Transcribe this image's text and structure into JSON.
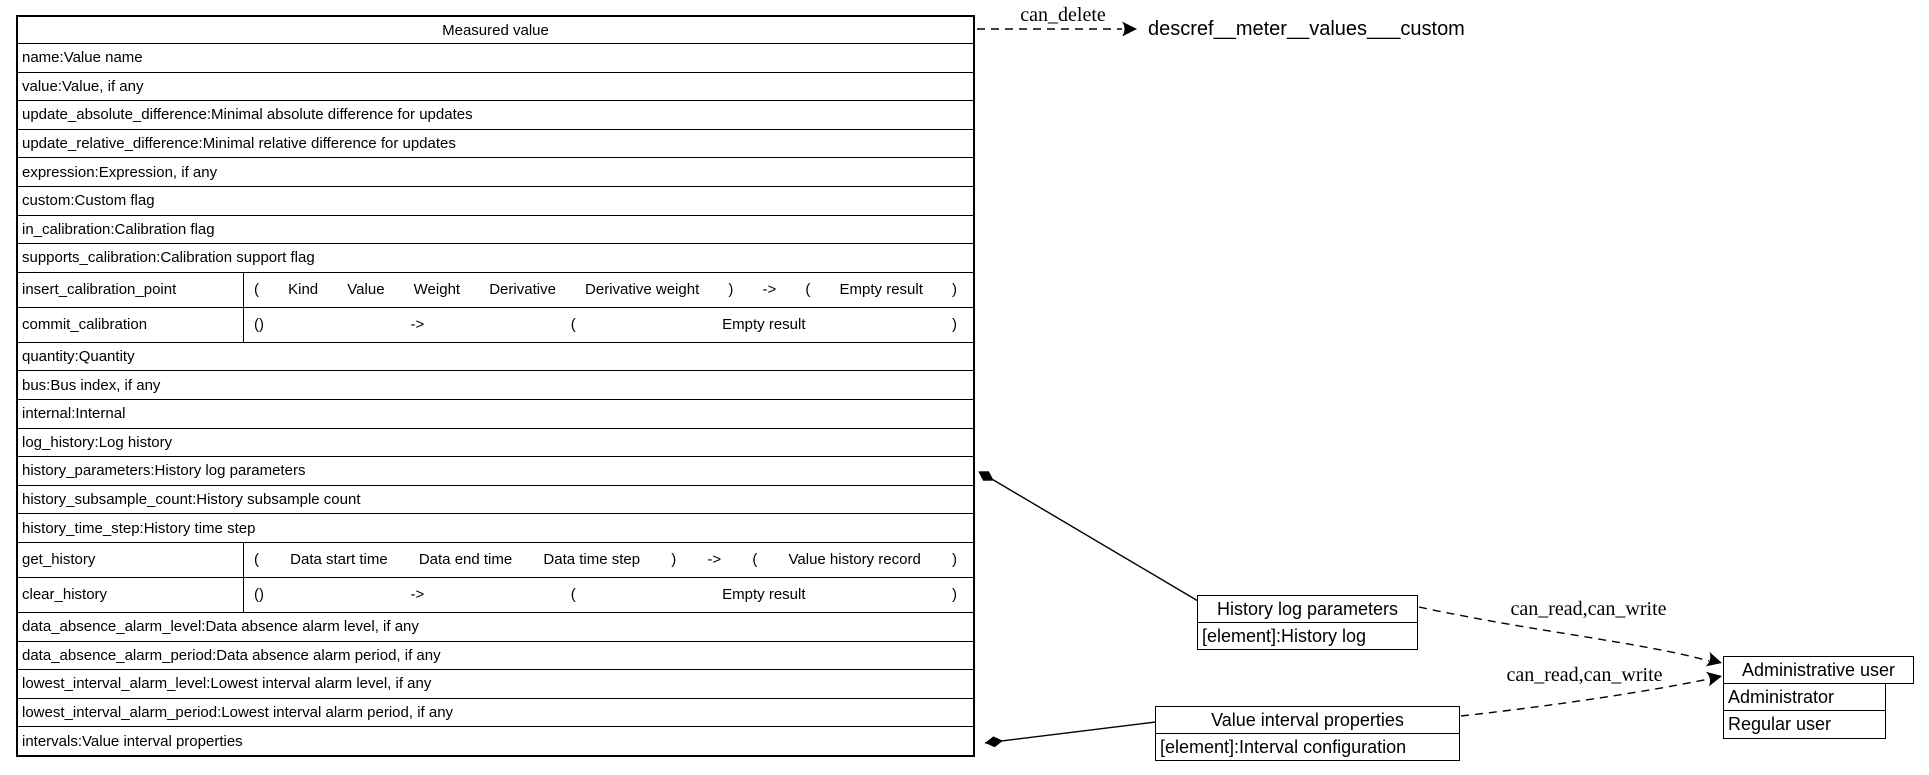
{
  "main_table": {
    "title": "Measured value",
    "rows": [
      {
        "label": "name:Value name"
      },
      {
        "label": "value:Value, if any"
      },
      {
        "label": "update_absolute_difference:Minimal absolute difference for updates"
      },
      {
        "label": "update_relative_difference:Minimal relative difference for updates"
      },
      {
        "label": "expression:Expression, if any"
      },
      {
        "label": "custom:Custom flag"
      },
      {
        "label": "in_calibration:Calibration flag"
      },
      {
        "label": "supports_calibration:Calibration support flag"
      },
      {
        "name": "insert_calibration_point",
        "signature": [
          "(",
          "Kind",
          "Value",
          "Weight",
          "Derivative",
          "Derivative weight",
          ")",
          "->",
          "(",
          "Empty result",
          ")"
        ]
      },
      {
        "name": "commit_calibration",
        "signature": [
          "()",
          "->",
          "(",
          "Empty result",
          ")"
        ]
      },
      {
        "label": "quantity:Quantity"
      },
      {
        "label": "bus:Bus index, if any"
      },
      {
        "label": "internal:Internal"
      },
      {
        "label": "log_history:Log history"
      },
      {
        "label": "history_parameters:History log parameters"
      },
      {
        "label": "history_subsample_count:History subsample count"
      },
      {
        "label": "history_time_step:History time step"
      },
      {
        "name": "get_history",
        "signature": [
          "(",
          "Data start time",
          "Data end time",
          "Data time step",
          ")",
          "->",
          "(",
          "Value history record",
          ")"
        ]
      },
      {
        "name": "clear_history",
        "signature": [
          "()",
          "->",
          "(",
          "Empty result",
          ")"
        ]
      },
      {
        "label": "data_absence_alarm_level:Data absence alarm level, if any"
      },
      {
        "label": "data_absence_alarm_period:Data absence alarm period, if any"
      },
      {
        "label": "lowest_interval_alarm_level:Lowest interval alarm level, if any"
      },
      {
        "label": "lowest_interval_alarm_period:Lowest interval alarm period, if any"
      },
      {
        "label": "intervals:Value interval properties"
      }
    ]
  },
  "external_ref": {
    "edge_label": "can_delete",
    "target": "descref__meter__values___custom"
  },
  "history_table": {
    "title": "History log parameters",
    "row": "[element]:History log"
  },
  "interval_table": {
    "title": "Value interval properties",
    "row": "[element]:Interval configuration"
  },
  "admin_table": {
    "title": "Administrative user",
    "rows": [
      "Administrator",
      "Regular user"
    ]
  },
  "edge_labels": {
    "history_to_admin": "can_read,can_write",
    "interval_to_admin": "can_read,can_write"
  },
  "colors": {
    "line": "#000000",
    "background": "#ffffff",
    "text": "#000000"
  }
}
